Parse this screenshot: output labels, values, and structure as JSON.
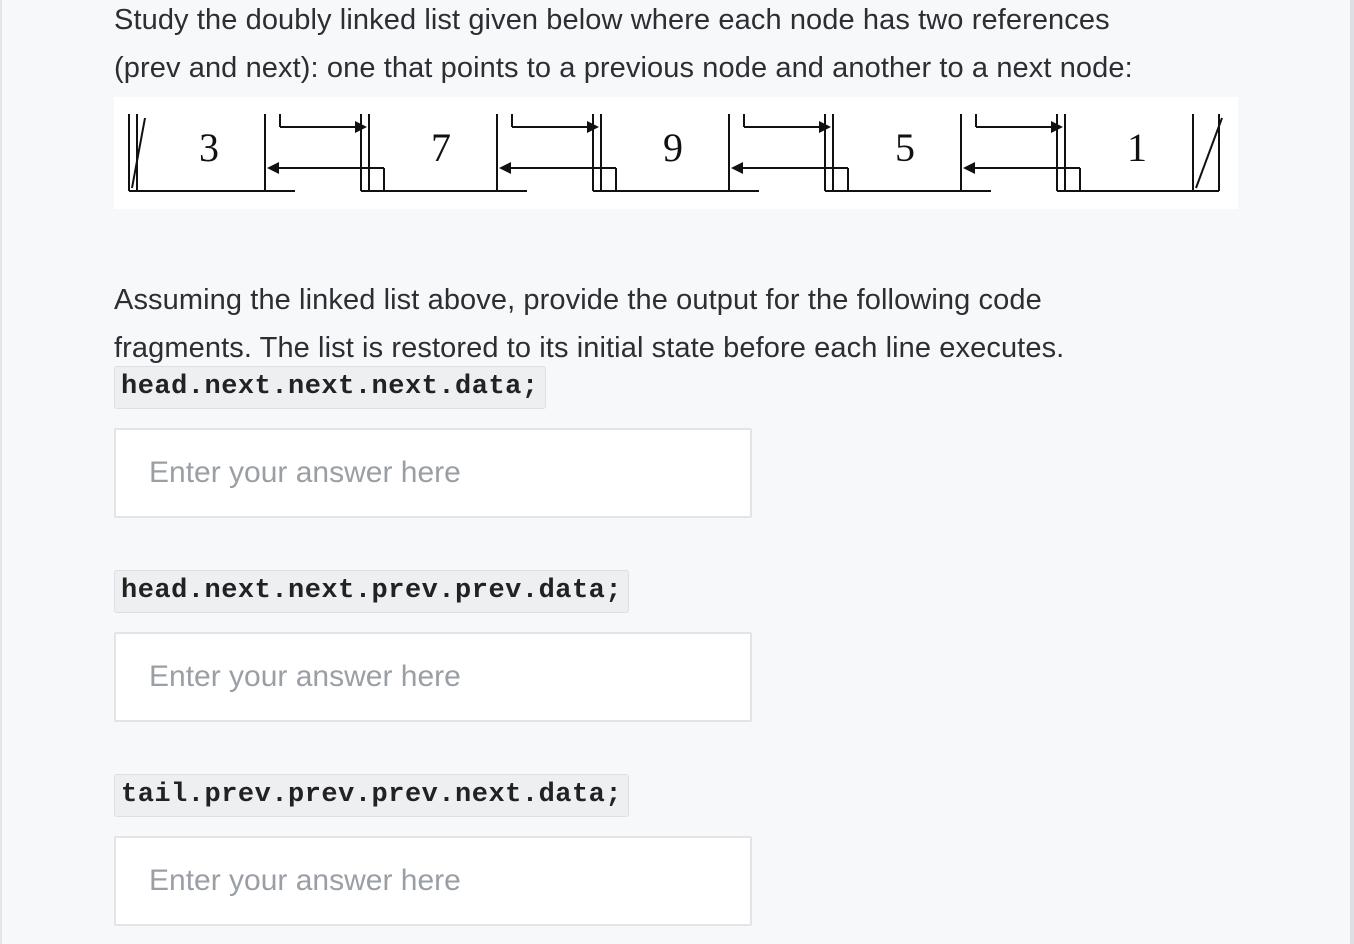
{
  "question": {
    "intro_line1": "Study the doubly linked list given below where each node has two references",
    "intro_line2": "(prev and next): one that points to a previous node and another to a next node:",
    "list_values": [
      "3",
      "7",
      "9",
      "5",
      "1"
    ],
    "null_marker": "//",
    "instructions_line1": "Assuming the linked list above, provide the output for the following code",
    "instructions_line2": "fragments. The list is restored to its initial state before each line executes."
  },
  "fragments": [
    {
      "code": "head.next.next.next.data;",
      "answer_placeholder": "Enter your answer here",
      "answer_value": ""
    },
    {
      "code": "head.next.next.prev.prev.data;",
      "answer_placeholder": "Enter your answer here",
      "answer_value": ""
    },
    {
      "code": "tail.prev.prev.prev.next.data;",
      "answer_placeholder": "Enter your answer here",
      "answer_value": ""
    }
  ],
  "colors": {
    "background": "#f7f8fa",
    "text": "#2b2f33",
    "code_background": "#eeeff1",
    "placeholder": "#9a9fa5"
  }
}
